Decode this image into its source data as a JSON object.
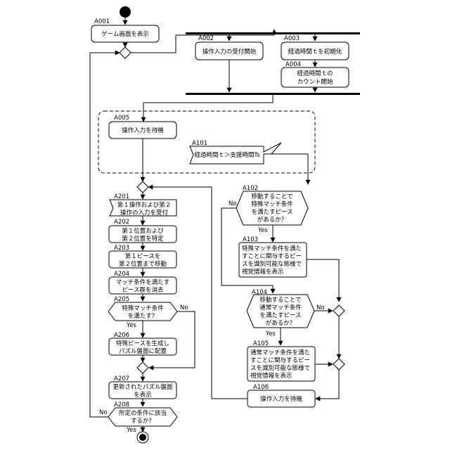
{
  "nodes": {
    "A001": {
      "id": "A001",
      "lines": [
        "ゲーム画面を表示"
      ]
    },
    "A002": {
      "id": "A002",
      "lines": [
        "操作入力の受付開始"
      ]
    },
    "A003": {
      "id": "A003",
      "lines": [
        "経過時間ｔを初期化"
      ]
    },
    "A004": {
      "id": "A004",
      "lines": [
        "経過時間ｔの",
        "カウント開始"
      ]
    },
    "A005": {
      "id": "A005",
      "lines": [
        "操作入力を待機"
      ]
    },
    "A101": {
      "id": "A101",
      "lines": [
        "経過時間ｔ＞支援時間Ts"
      ]
    },
    "A102": {
      "id": "A102",
      "lines": [
        "移動することで",
        "特殊マッチ条件",
        "を満たすピース",
        "があるか？"
      ]
    },
    "A103": {
      "id": "A103",
      "lines": [
        "特殊マッチ条件を満た",
        "すことに関与するピー",
        "スを識別可能な態様で",
        "視覚情報を表示"
      ]
    },
    "A104": {
      "id": "A104",
      "lines": [
        "移動することで",
        "通常マッチ条件",
        "を満たすピース",
        "があるか？"
      ]
    },
    "A105": {
      "id": "A105",
      "lines": [
        "通常マッチ条件を満た",
        "すことに関与するピー",
        "スを識別可能な態様で",
        "視覚情報を表示"
      ]
    },
    "A106": {
      "id": "A106",
      "lines": [
        "操作入力を待機"
      ]
    },
    "A201": {
      "id": "A201",
      "lines": [
        "第１操作および第２",
        "操作の入力を受付"
      ]
    },
    "A202": {
      "id": "A202",
      "lines": [
        "第１位置および",
        "第２位置を特定"
      ]
    },
    "A203": {
      "id": "A203",
      "lines": [
        "第１ピースを",
        "第２位置まで移動"
      ]
    },
    "A204": {
      "id": "A204",
      "lines": [
        "マッチ条件を満たす",
        "ピース群を消去"
      ]
    },
    "A205": {
      "id": "A205",
      "lines": [
        "特殊マッチ条件",
        "を満たす？"
      ]
    },
    "A206": {
      "id": "A206",
      "lines": [
        "特殊ピースを生成し",
        "パズル盤面に配置"
      ]
    },
    "A207": {
      "id": "A207",
      "lines": [
        "更新されたパズル盤面",
        "を表示"
      ]
    },
    "A208": {
      "id": "A208",
      "lines": [
        "所定の条件に該当",
        "するか？"
      ]
    }
  },
  "labels": {
    "yes": "Yes",
    "no": "No"
  }
}
